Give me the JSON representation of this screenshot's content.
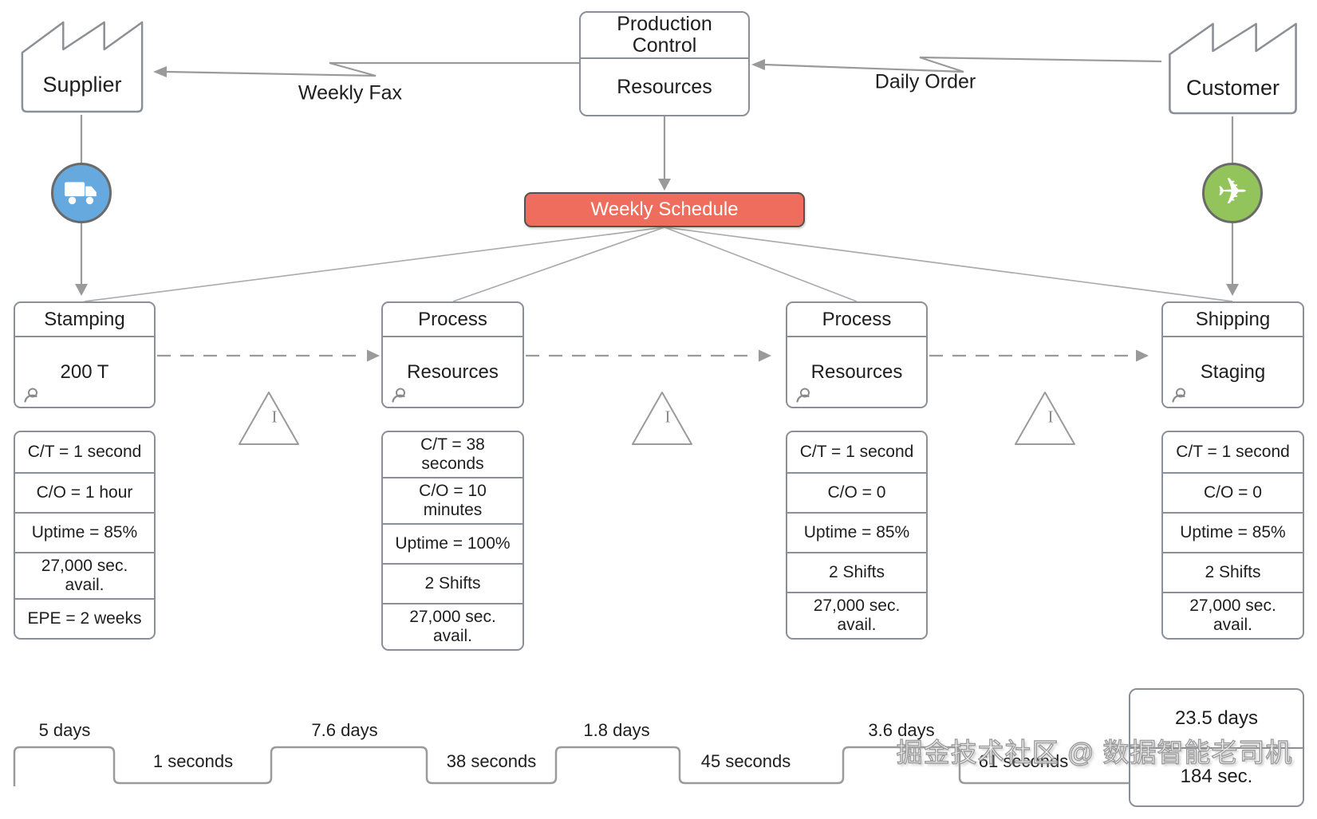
{
  "diagram": {
    "supplier": {
      "label": "Supplier"
    },
    "customer": {
      "label": "Customer"
    },
    "production_control": {
      "title": "Production Control",
      "subtitle": "Resources"
    },
    "info_flows": {
      "weekly_fax": "Weekly Fax",
      "daily_order": "Daily Order"
    },
    "weekly_schedule": {
      "label": "Weekly Schedule",
      "color": "#ee6d5c"
    },
    "transport": {
      "truck_color": "#66a9de",
      "plane_color": "#92c45b"
    },
    "inventory_label": "I",
    "processes": [
      {
        "title": "Stamping",
        "subtitle": "200 T",
        "data_rows": [
          "C/T = 1 second",
          "C/O = 1 hour",
          "Uptime = 85%",
          "27,000 sec. avail.",
          "EPE = 2 weeks"
        ]
      },
      {
        "title": "Process",
        "subtitle": "Resources",
        "data_rows": [
          "C/T = 38 seconds",
          "C/O = 10 minutes",
          "Uptime = 100%",
          "2 Shifts",
          "27,000 sec. avail."
        ]
      },
      {
        "title": "Process",
        "subtitle": "Resources",
        "data_rows": [
          "C/T = 1 second",
          "C/O = 0",
          "Uptime = 85%",
          "2 Shifts",
          "27,000 sec. avail."
        ]
      },
      {
        "title": "Shipping",
        "subtitle": "Staging",
        "data_rows": [
          "C/T = 1 second",
          "C/O = 0",
          "Uptime = 85%",
          "2 Shifts",
          "27,000 sec. avail."
        ]
      }
    ],
    "timeline": {
      "lead_times": [
        "5 days",
        "7.6 days",
        "1.8 days",
        "3.6 days"
      ],
      "process_times": [
        "1 seconds",
        "38 seconds",
        "45 seconds",
        "61 seconds"
      ],
      "total_lead_time": "23.5 days",
      "total_process_time": "184 sec."
    },
    "watermark": "掘金技术社区 @ 数据智能老司机"
  }
}
